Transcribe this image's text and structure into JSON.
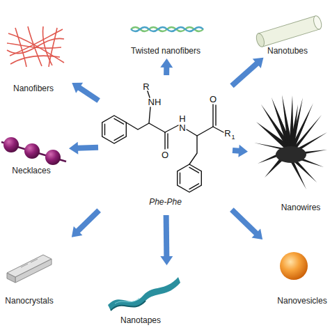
{
  "diagram": {
    "nodes": [
      {
        "text": [
          "Phe-Phe"
        ]
      },
      {
        "text": [
          "Nanofibers"
        ]
      },
      {
        "text": [
          "Twisted nanofibers"
        ]
      },
      {
        "text": [
          "Nanotubes"
        ]
      },
      {
        "text": [
          "Necklaces"
        ]
      },
      {
        "text": [
          "Nanowires"
        ]
      },
      {
        "text": [
          "Nanocrystals"
        ]
      },
      {
        "text": [
          "Nanotapes"
        ]
      },
      {
        "text": [
          "Nanovesicles"
        ]
      }
    ],
    "edges": [
      {
        "from": 0,
        "to": 1,
        "arrow": "to"
      },
      {
        "from": 0,
        "to": 2,
        "arrow": "to"
      },
      {
        "from": 0,
        "to": 3,
        "arrow": "to"
      },
      {
        "from": 0,
        "to": 4,
        "arrow": "to"
      },
      {
        "from": 0,
        "to": 5,
        "arrow": "to"
      },
      {
        "from": 0,
        "to": 6,
        "arrow": "to"
      },
      {
        "from": 0,
        "to": 7,
        "arrow": "to"
      },
      {
        "from": 0,
        "to": 8,
        "arrow": "to"
      }
    ],
    "labels": [
      "R",
      "NH",
      "O",
      "H",
      "N",
      "O",
      "R",
      "1"
    ]
  }
}
